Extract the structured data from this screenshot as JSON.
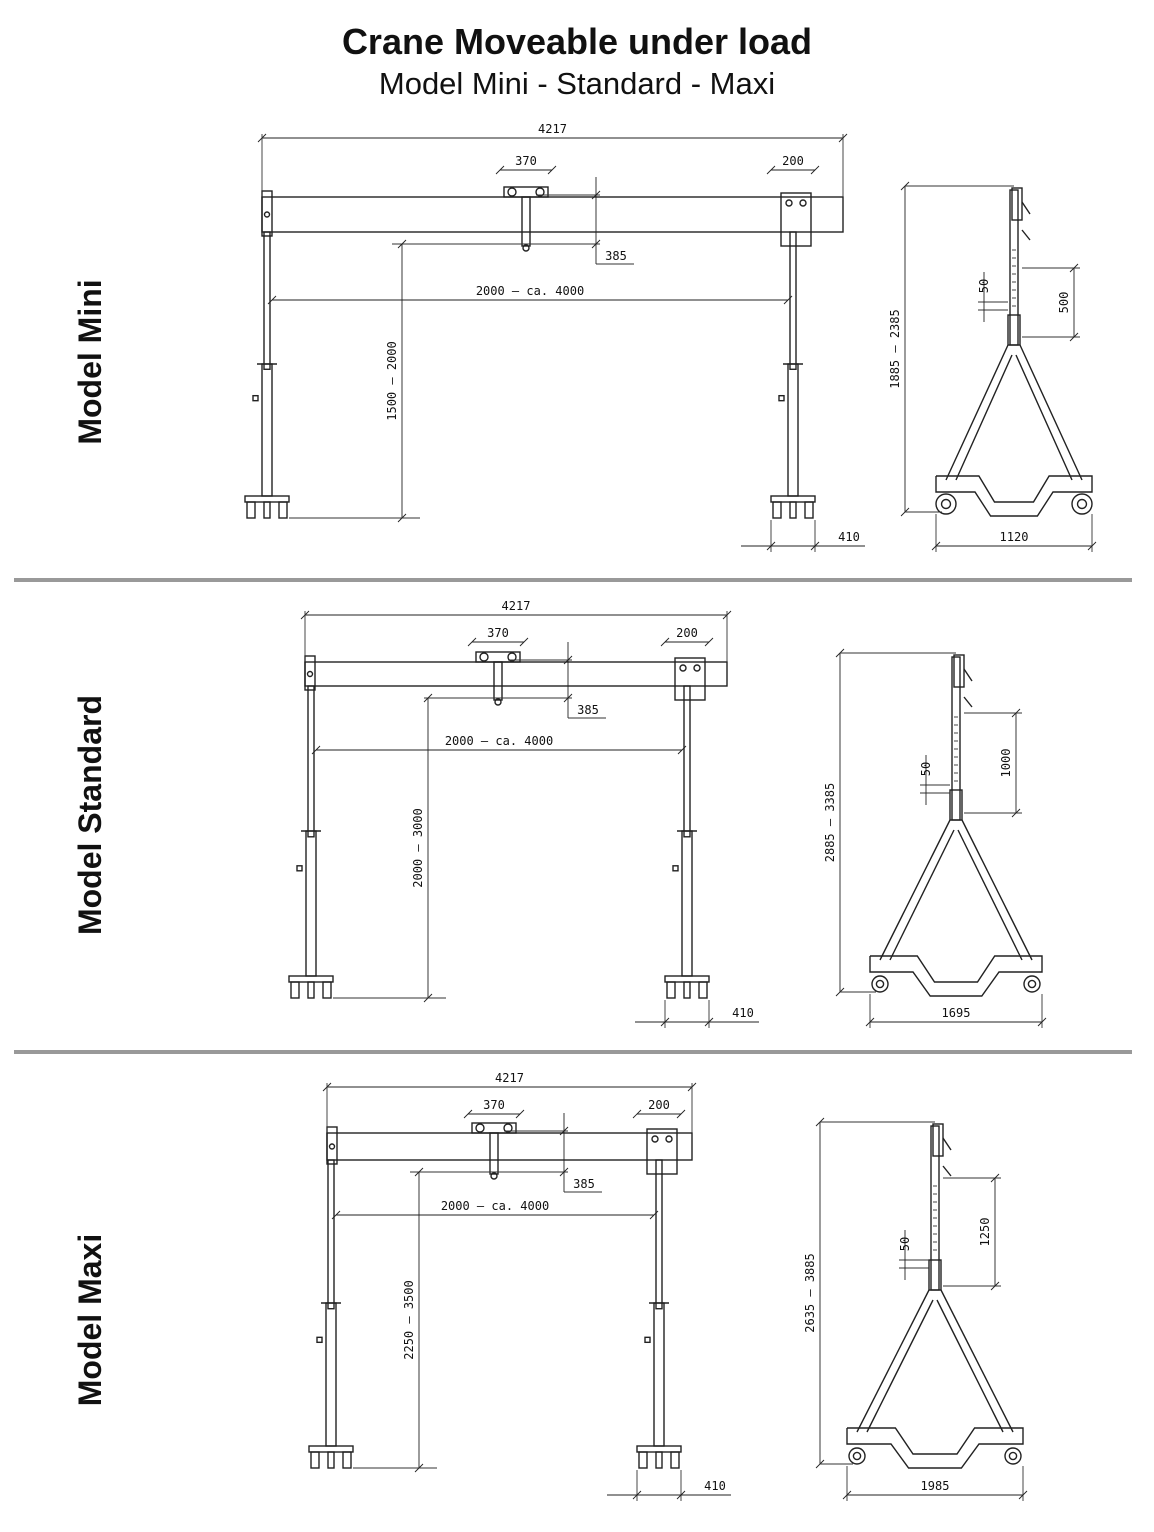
{
  "header": {
    "title": "Crane Moveable under load",
    "subtitle": "Model Mini - Standard - Maxi"
  },
  "colors": {
    "divider": "#999999",
    "line": "#222222"
  },
  "models": [
    {
      "label": "Model Mini",
      "front": {
        "total_width": "4217",
        "trolley_width": "370",
        "end_offset": "200",
        "hook_drop": "385",
        "span": "2000 – ca. 4000",
        "height": "1500 – 2000",
        "base_depth": "410"
      },
      "side": {
        "height": "1885 – 2385",
        "hole_pitch": "50",
        "adjust_range": "500",
        "base_width": "1120"
      }
    },
    {
      "label": "Model Standard",
      "front": {
        "total_width": "4217",
        "trolley_width": "370",
        "end_offset": "200",
        "hook_drop": "385",
        "span": "2000 – ca. 4000",
        "height": "2000 – 3000",
        "base_depth": "410"
      },
      "side": {
        "height": "2885 – 3385",
        "hole_pitch": "50",
        "adjust_range": "1000",
        "base_width": "1695"
      }
    },
    {
      "label": "Model Maxi",
      "front": {
        "total_width": "4217",
        "trolley_width": "370",
        "end_offset": "200",
        "hook_drop": "385",
        "span": "2000 – ca. 4000",
        "height": "2250 – 3500",
        "base_depth": "410"
      },
      "side": {
        "height": "2635 – 3885",
        "hole_pitch": "50",
        "adjust_range": "1250",
        "base_width": "1985"
      }
    }
  ]
}
